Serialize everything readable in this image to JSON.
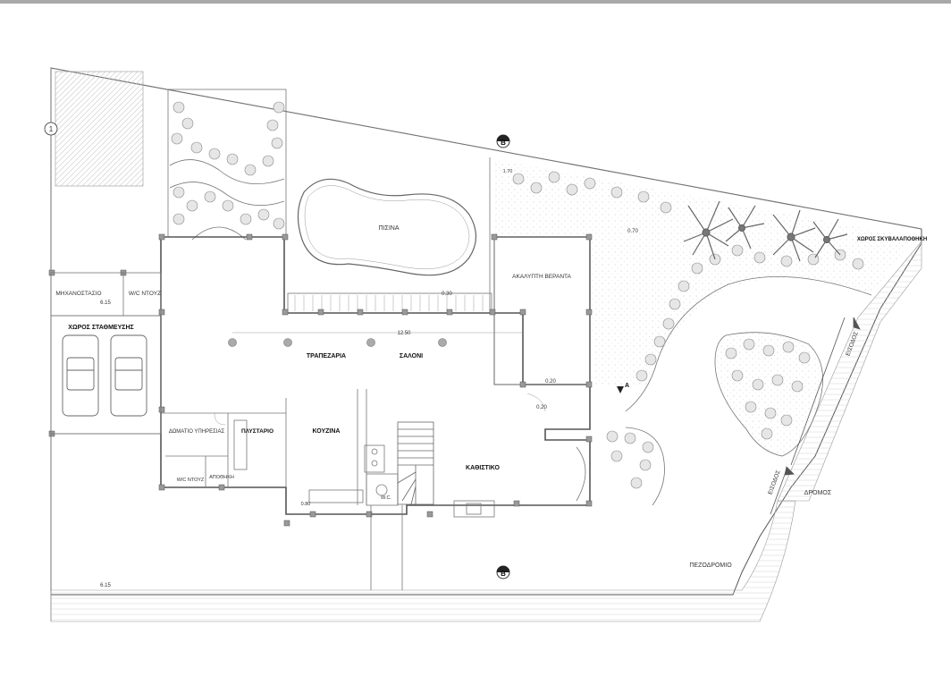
{
  "plan": {
    "line_color": "#555555",
    "tree_color": "#666666",
    "markers": {
      "axis_1": "1",
      "section_b": "B",
      "section_a": "A"
    },
    "rooms": {
      "pool": "ΠΙΣΙΝΑ",
      "machine_room": "ΜΗΧΑΝΟΣΤΑΣΙΟ",
      "wc_shower_1": "W/C ΝΤΟΥΖ",
      "parking": "ΧΩΡΟΣ ΣΤΑΘΜΕΥΣΗΣ",
      "dining": "ΤΡΑΠΕΖΑΡΙΑ",
      "living": "ΣΑΛΟΝΙ",
      "open_veranda": "ΑΚΑΛΥΠΤΗ ΒΕΡΑΝΤΑ",
      "staff_room": "ΔΩΜΑΤΙΟ ΥΠΗΡΕΣΙΑΣ",
      "laundry": "ΠΛΥΣΤΑΡΙΟ",
      "kitchen": "ΚΟΥΖΙΝΑ",
      "wc_shower_2": "W/C ΝΤΟΥΖ",
      "storage": "ΑΠΟΘΗΚΗ",
      "sitting_room": "ΚΑΘΙΣΤΙΚΟ",
      "wc": "W.C.",
      "waste_store": "ΧΩΡΟΣ ΣΚΥΒΑΛΑΠΟΘΗΚΗ",
      "entrance_1": "ΕΙΣΟΔΟΣ",
      "entrance_2": "ΕΙΣΟΔΟΣ",
      "road": "ΔΡΟΜΟΣ",
      "sidewalk": "ΠΕΖΟΔΡΟΜΙΟ"
    },
    "dimensions": {
      "machine_room": "6.15",
      "bottom_left": "6.15",
      "living_span": "12.50",
      "terrace": "0.30",
      "veranda_edge": "0.20",
      "veranda_door": "0.20",
      "garden": "0.70",
      "top_corner": "1.70",
      "kitchen_wall": "0.80"
    }
  }
}
